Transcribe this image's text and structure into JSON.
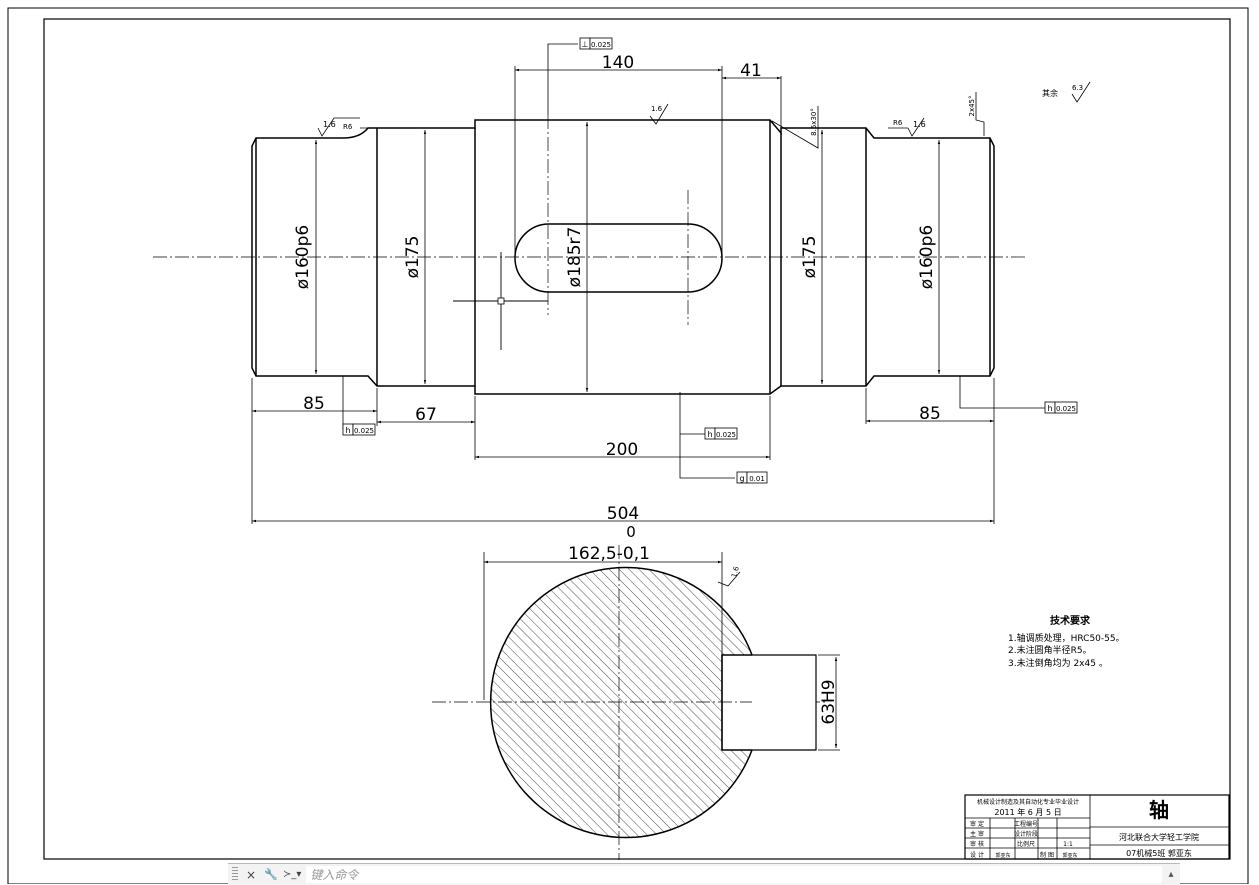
{
  "drawing": {
    "dimensions": {
      "d140": "140",
      "d41": "41",
      "d85_left": "85",
      "d67": "67",
      "d200": "200",
      "d504": "504",
      "d0": "0",
      "d85_right": "85",
      "dia160_left": "ø160p6",
      "dia175_left": "ø175",
      "dia185": "ø185r7",
      "dia175_right": "ø175",
      "dia160_right": "ø160p6",
      "key_width": "162,5-0,1",
      "key_slot": "63H9",
      "chamfer_side": "8.5x30°",
      "chamfer_end": "2x45°"
    },
    "roughness": {
      "r16_a": "1.6",
      "r16_b": "1.6",
      "r16_c": "1.6",
      "r16_d": "1.6",
      "rest_label": "其余",
      "rest_value": "6.3",
      "r6_a": "R6",
      "r6_b": "R6"
    },
    "tolerances": {
      "t_top": [
        "⊥",
        "0.025"
      ],
      "t_left": [
        "h",
        "0.025"
      ],
      "t_mid": [
        "h",
        "0.025"
      ],
      "t_bottom": [
        "g",
        "0.01"
      ],
      "t_right": [
        "h",
        "0.025"
      ]
    },
    "tech_requirements": {
      "title": "技术要求",
      "line1": "1.轴调质处理，HRC50-55。",
      "line2": "2.未注圆角半径R5。",
      "line3": "3.未注倒角均为 2x45 。"
    },
    "title_block": {
      "project": "机械设计制造及其自动化专业毕业设计",
      "date": "2011 年 6 月 5 日",
      "drawing_name": "轴",
      "row_labels": [
        "审 定",
        "主 审",
        "审 核",
        "设 计"
      ],
      "cells": [
        "工程编号",
        "设计阶段",
        "比例尺",
        "1:1"
      ],
      "bottom_cells": [
        "郭亚东",
        "制 图",
        "郭亚东"
      ],
      "school": "河北联合大学轻工学院",
      "class_name": "07机械5班 郭亚东"
    }
  },
  "command_line": {
    "placeholder": "键入命令",
    "close_icon": "×",
    "wrench_icon": "🔧",
    "prompt_icon": "≻_",
    "dropdown_icon": "▾",
    "history_icon": "▴"
  }
}
